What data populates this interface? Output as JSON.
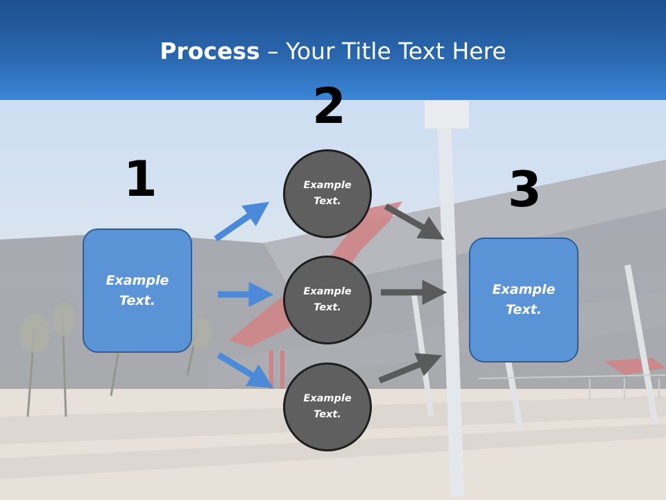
{
  "slide": {
    "title_bold": "Process",
    "title_rest": " – Your Title Text Here",
    "colors": {
      "header_top": "#1c4f8e",
      "header_bottom": "#3a86d8",
      "box_fill": "#5b94d6",
      "circle_fill": "#5f5f5f",
      "arrow_blue": "#4a8ad8",
      "arrow_gray": "#5a5a5a"
    }
  },
  "steps": {
    "one": "1",
    "two": "2",
    "three": "3"
  },
  "box_left": {
    "text": "Example Text."
  },
  "box_right": {
    "text": "Example Text."
  },
  "circles": [
    {
      "text": "Example Text."
    },
    {
      "text": "Example Text."
    },
    {
      "text": "Example Text."
    }
  ]
}
